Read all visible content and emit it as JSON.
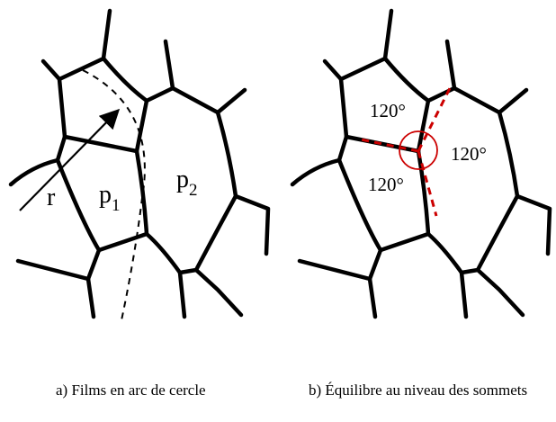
{
  "panel_a": {
    "label_r": "r",
    "label_p1": "p",
    "label_p1_sub": "1",
    "label_p2": "p",
    "label_p2_sub": "2",
    "caption": "a) Films en arc de cercle"
  },
  "panel_b": {
    "angle_top": "120°",
    "angle_right": "120°",
    "angle_bottom": "120°",
    "caption": "b) Équilibre au niveau des sommets"
  },
  "colors": {
    "edge": "#000000",
    "highlight": "#cc0000"
  }
}
